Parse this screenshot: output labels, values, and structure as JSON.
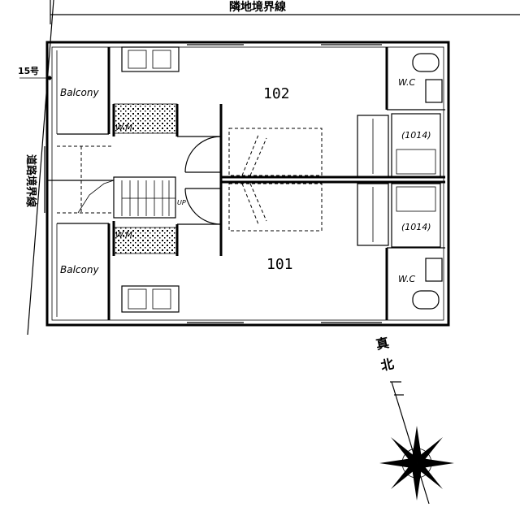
{
  "labels": {
    "neighbor_boundary": "隣地境界線",
    "road_boundary": "道路境界線",
    "road_number_num": "15",
    "road_number_suffix": "号",
    "room_upper": "102",
    "room_lower": "101",
    "balcony": "Balcony",
    "wm": "W.M.",
    "wc": "W.C",
    "unit_size": "(1014)",
    "up": "UP",
    "true_north": "真北"
  }
}
